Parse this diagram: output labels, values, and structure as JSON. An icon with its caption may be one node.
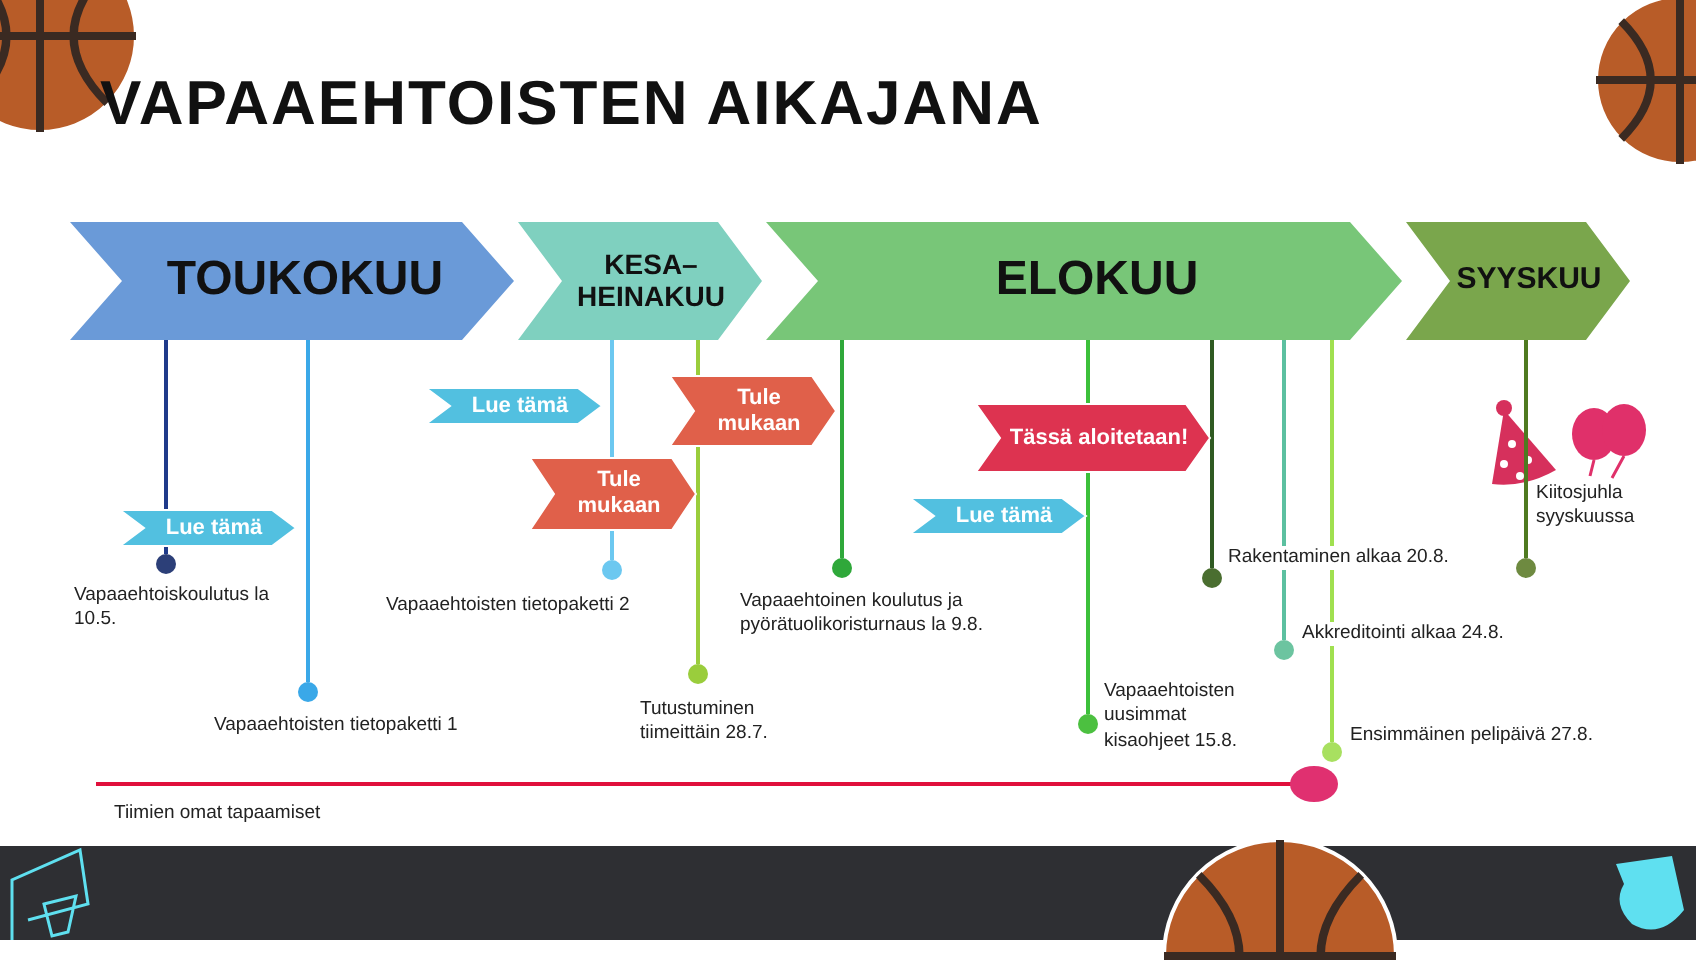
{
  "diagram": {
    "title": "VAPAAEHTOISTEN AIKAJANA",
    "nodes": [
      {
        "text": [
          "TOUKOKUU"
        ]
      },
      {
        "text": [
          "KESA– HEINAKUU"
        ]
      },
      {
        "text": [
          "ELOKUU"
        ]
      },
      {
        "text": [
          "SYYSKUU"
        ]
      },
      {
        "text": [
          "Lue tämä"
        ]
      },
      {
        "text": [
          "Lue tämä"
        ]
      },
      {
        "text": [
          "Tule mukaan"
        ]
      },
      {
        "text": [
          "Tule mukaan"
        ]
      },
      {
        "text": [
          "Tässä aloitetaan!"
        ]
      },
      {
        "text": [
          "Lue tämä"
        ]
      },
      {
        "text": [],
        "shape": "circle",
        "beside": [
          "Vapaaehtoiskoulutus la 10.5."
        ]
      },
      {
        "text": [],
        "shape": "circle",
        "beside": [
          "Vapaaehtoisten tietopaketti 1"
        ]
      },
      {
        "text": [],
        "shape": "circle",
        "beside": [
          "Vapaaehtoisten tietopaketti 2"
        ]
      },
      {
        "text": [],
        "shape": "circle",
        "beside": [
          "Tutustuminen tiimeittäin 28.7."
        ]
      },
      {
        "text": [],
        "shape": "circle",
        "beside": [
          "Vapaaehtoinen koulutus ja pyörätuolikoristurnaus la 9.8."
        ]
      },
      {
        "text": [],
        "shape": "circle",
        "beside": [
          "Vapaaehtoisten uusimmat kisaohjeet 15.8."
        ]
      },
      {
        "text": [],
        "shape": "circle",
        "beside": [
          "Rakentaminen alkaa 20.8."
        ]
      },
      {
        "text": [],
        "shape": "circle",
        "beside": [
          "Akkreditointi alkaa 24.8."
        ]
      },
      {
        "text": [],
        "shape": "circle",
        "beside": [
          "Ensimmäinen pelipäivä 27.8."
        ]
      },
      {
        "text": [],
        "shape": "circle",
        "beside": [
          "Kiitosjuhla syyskuussa"
        ]
      }
    ],
    "edges": [
      {
        "from": 0,
        "to": 4,
        "arrow": "none",
        "color": "#1f3a8a"
      },
      {
        "from": 4,
        "to": 10,
        "arrow": "none",
        "color": "#1f3a8a"
      },
      {
        "from": 0,
        "to": 11,
        "arrow": "none",
        "color": "#3aa8e8"
      },
      {
        "from": 1,
        "to": 6,
        "arrow": "none",
        "color": "#6cc8f0"
      },
      {
        "from": 6,
        "to": 12,
        "arrow": "none",
        "color": "#6cc8f0"
      },
      {
        "from": 1,
        "to": 7,
        "arrow": "none",
        "color": "#9acd3c"
      },
      {
        "from": 7,
        "to": 13,
        "arrow": "none",
        "color": "#9acd3c"
      },
      {
        "from": 2,
        "to": 14,
        "arrow": "none",
        "color": "#2fa83a"
      },
      {
        "from": 2,
        "to": 8,
        "arrow": "none",
        "color": "#3cc03a"
      },
      {
        "from": 8,
        "to": 15,
        "arrow": "none",
        "color": "#3cc03a"
      },
      {
        "from": 2,
        "to": 16,
        "arrow": "none",
        "color": "#2f5a22"
      },
      {
        "from": 2,
        "to": 17,
        "arrow": "none",
        "color": "#5cc0a0"
      },
      {
        "from": 2,
        "to": 18,
        "arrow": "none",
        "color": "#a0e050"
      },
      {
        "from": 3,
        "to": 19,
        "arrow": "none",
        "color": "#4f7a20"
      }
    ],
    "labels": [
      "Tiimien omat tapaamiset"
    ]
  }
}
